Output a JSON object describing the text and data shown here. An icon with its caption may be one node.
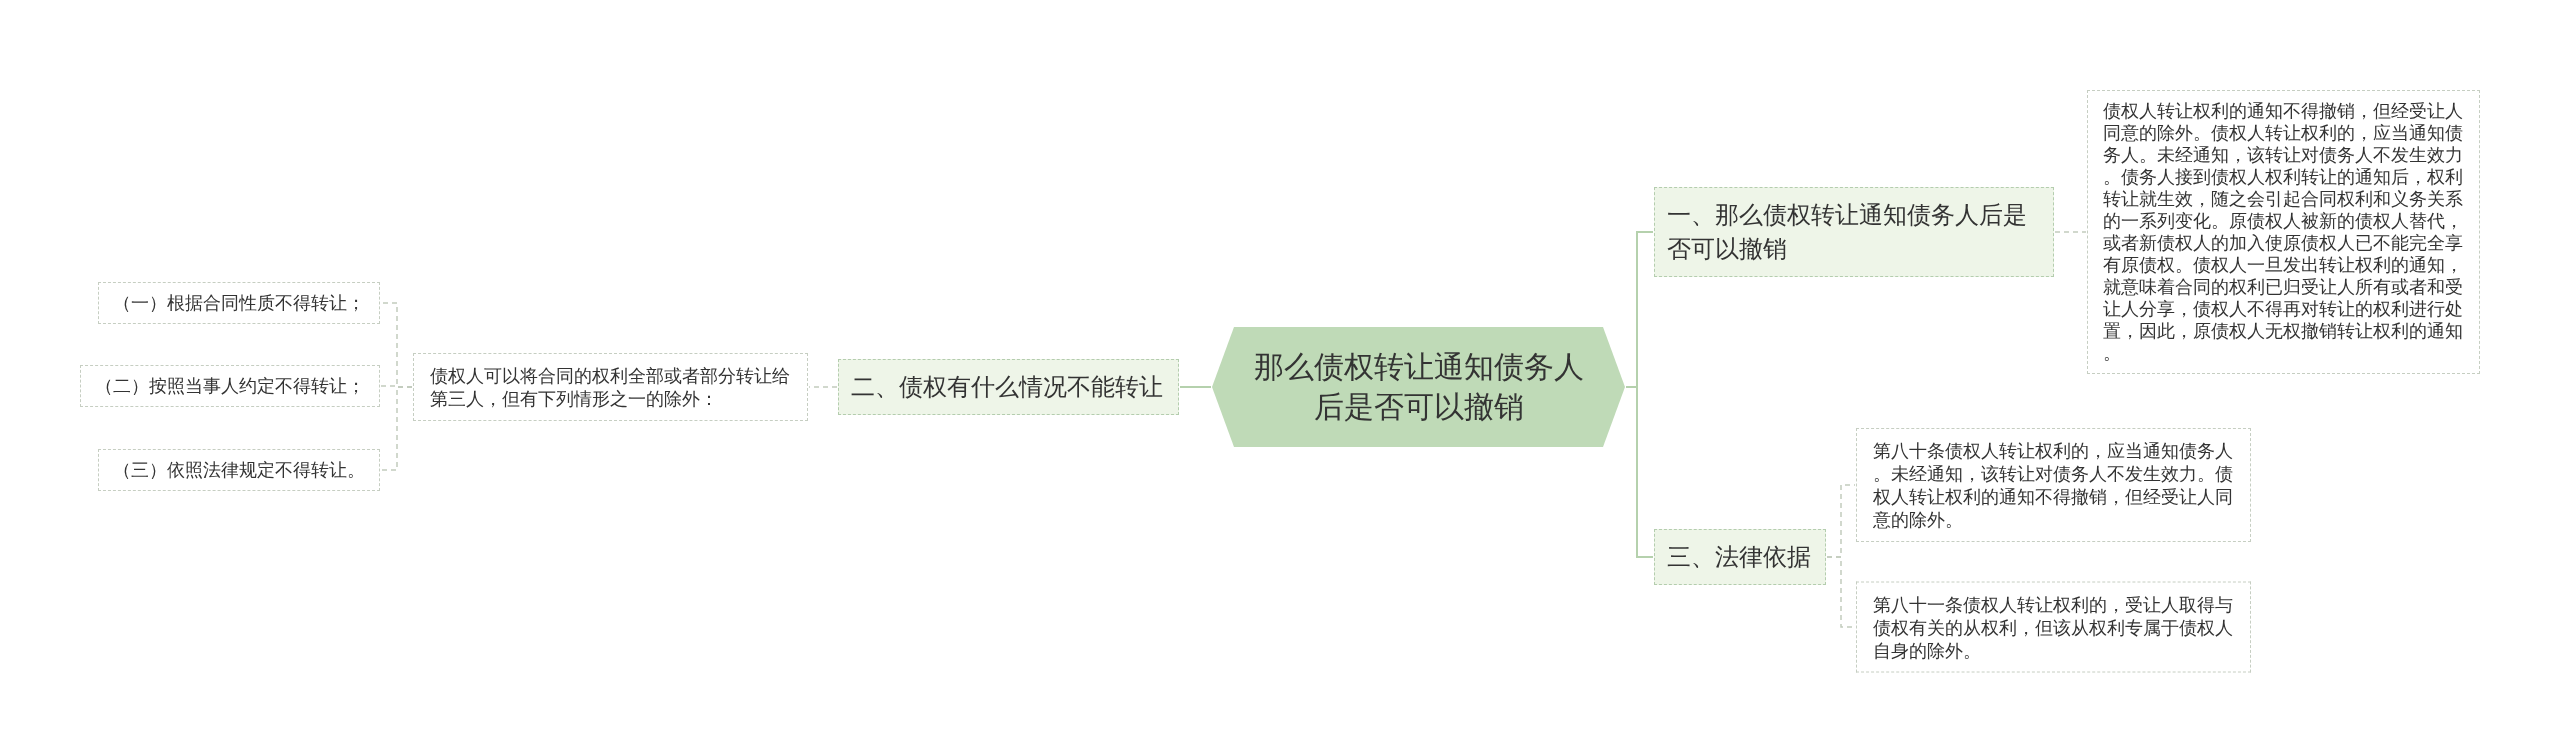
{
  "diagram": {
    "nodes": [
      {
        "text": [
          "那么债权转让通知债务人后是否可以撤销"
        ]
      },
      {
        "text": [
          "一、那么债权转让通知债务人后是否可以撤销"
        ]
      },
      {
        "text": [
          "债权人转让权利的通知不得撤销，但经受让人同意的除外。债权人转让权利的，应当通知债务人。未经通知，该转让对债务人不发生效力。债务人接到债权人权利转让的通知后，权利转让就生效，随之会引起合同权利和义务关系的一系列变化。原债权人被新的债权人替代，或者新债权人的加入使原债权人已不能完全享有原债权。债权人一旦发出转让权利的通知，就意味着合同的权利已归受让人所有或者和受让人分享，债权人不得再对转让的权利进行处置，因此，原债权人无权撤销转让权利的通知。"
        ]
      },
      {
        "text": [
          "二、债权有什么情况不能转让"
        ]
      },
      {
        "text": [
          "债权人可以将合同的权利全部或者部分转让给第三人，但有下列情形之一的除外："
        ]
      },
      {
        "text": [
          "（一）根据合同性质不得转让；"
        ]
      },
      {
        "text": [
          "（二）按照当事人约定不得转让；"
        ]
      },
      {
        "text": [
          "（三）依照法律规定不得转让。"
        ]
      },
      {
        "text": [
          "三、法律依据"
        ]
      },
      {
        "text": [
          "第八十条债权人转让权利的，应当通知债务人。未经通知，该转让对债务人不发生效力。债权人转让权利的通知不得撤销，但经受让人同意的除外。"
        ]
      },
      {
        "text": [
          "第八十一条债权人转让权利的，受让人取得与债权有关的从权利，但该从权利专属于债权人自身的除外。"
        ]
      }
    ],
    "edges": [
      {
        "from": 0,
        "to": 1,
        "arrow": "none"
      },
      {
        "from": 1,
        "to": 2,
        "arrow": "none",
        "style": "dashed"
      },
      {
        "from": 0,
        "to": 8,
        "arrow": "none"
      },
      {
        "from": 8,
        "to": 9,
        "arrow": "none",
        "style": "dashed"
      },
      {
        "from": 8,
        "to": 10,
        "arrow": "none",
        "style": "dashed"
      },
      {
        "from": 0,
        "to": 3,
        "arrow": "none"
      },
      {
        "from": 3,
        "to": 4,
        "arrow": "none",
        "style": "dashed"
      },
      {
        "from": 4,
        "to": 5,
        "arrow": "none",
        "style": "dashed"
      },
      {
        "from": 4,
        "to": 6,
        "arrow": "none",
        "style": "dashed"
      },
      {
        "from": 4,
        "to": 7,
        "arrow": "none",
        "style": "dashed"
      }
    ]
  }
}
